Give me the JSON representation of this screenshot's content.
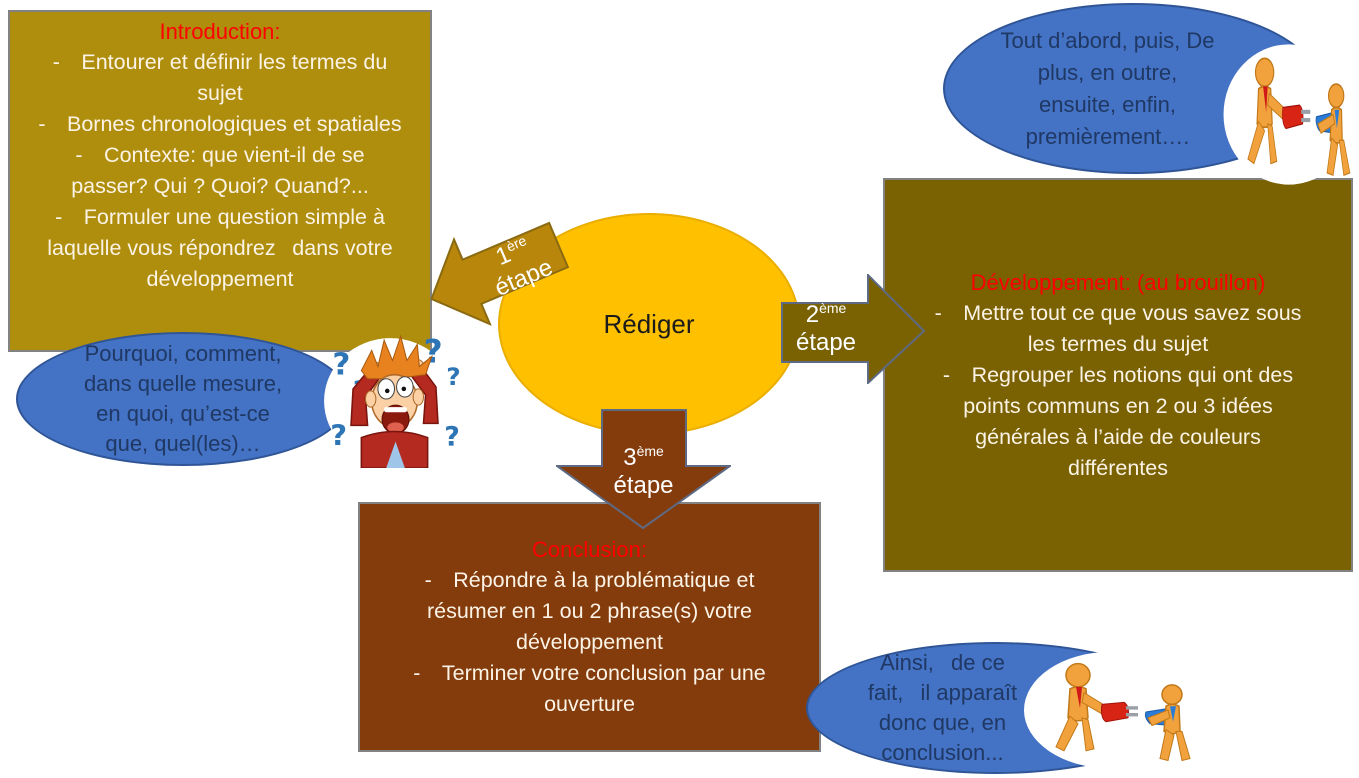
{
  "slide": {
    "background": "#FFFFFF",
    "center": {
      "label": "Rédiger"
    },
    "steps": {
      "step1": {
        "number": "1",
        "suffix": "ère",
        "word": "étape"
      },
      "step2": {
        "number": "2",
        "suffix": "ème",
        "word": "étape"
      },
      "step3": {
        "number": "3",
        "suffix": "ème",
        "word": "étape"
      }
    },
    "boxes": {
      "introduction": {
        "title": "Introduction:",
        "bullets": [
          "- Entourer et définir les termes du sujet",
          "- Bornes chronologiques et spatiales",
          "- Contexte: que vient-il de se passer? Qui ? Quoi? Quand?...",
          "- Formuler une question simple à laquelle vous répondrez  dans votre développement"
        ]
      },
      "developpement": {
        "title": "Développement: (au brouillon)",
        "bullets": [
          "- Mettre tout ce que vous savez sous les termes du sujet",
          "- Regrouper les notions qui ont des points communs en 2 ou 3 idées générales à l’aide de couleurs différentes"
        ]
      },
      "conclusion": {
        "title": "Conclusion:",
        "bullets": [
          "- Répondre à la problématique et résumer en 1 ou 2 phrase(s) votre développement",
          "- Terminer votre conclusion par une ouverture"
        ]
      }
    },
    "bubbles": {
      "questions": {
        "lines": [
          "Pourquoi, comment,",
          "dans quelle mesure,",
          "en quoi, qu’est-ce",
          "que, quel(les)…"
        ]
      },
      "sequencing": {
        "lines": [
          "Tout d’abord, puis, De",
          "plus, en outre,",
          "ensuite, enfin,",
          "premièrement…."
        ]
      },
      "concluding": {
        "lines": [
          "Ainsi,  de ce",
          "fait,  il apparaît",
          "donc que, en",
          "conclusion..."
        ]
      }
    },
    "cliparts": {
      "question_char": "?"
    },
    "colors": {
      "introduction_fill": "#B08E0D",
      "developpement_fill": "#7A6203",
      "conclusion_fill": "#843C0C",
      "center_fill": "#FFC000",
      "step1_arrow_fill": "#B8860B",
      "bubble_fill": "#4472C4",
      "bubble_border": "#2F5597",
      "bubble_text": "#1F3864",
      "title_red": "#FF0000",
      "body_text": "#FBF3E6",
      "box_border": "#828282",
      "arrow_border": "#5E6A84"
    }
  }
}
